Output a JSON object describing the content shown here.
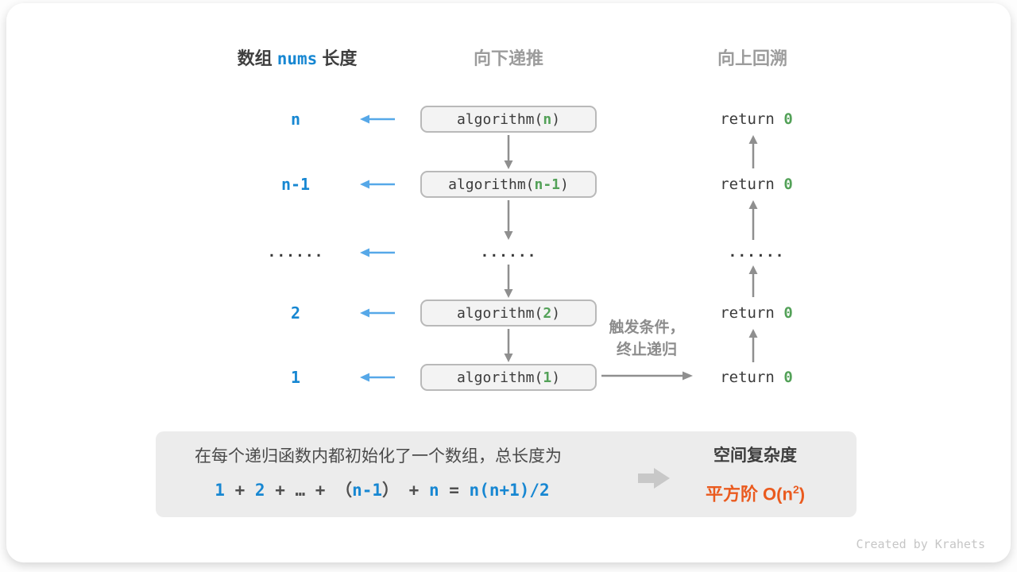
{
  "colors": {
    "accent_blue": "#1787d2",
    "arrow_blue": "#56a8e8",
    "green": "#53a158",
    "arrow_gray": "#8f8f8f",
    "header_gray": "#9c9c9c",
    "dark_text": "#3b3b3b",
    "orange": "#ea5a1e",
    "box_bg": "#f3f3f3",
    "box_border": "#b9b9b9",
    "summary_bg": "#ececec"
  },
  "headers": {
    "left_pre": "数组 ",
    "left_code": "nums",
    "left_post": " 长度",
    "down": "向下递推",
    "up": "向上回溯"
  },
  "rows": [
    {
      "label": "n",
      "call_pre": "algorithm(",
      "call_arg": "n",
      "call_post": ")",
      "ret_pre": "return ",
      "ret_val": "0"
    },
    {
      "label": "n-1",
      "call_pre": "algorithm(",
      "call_arg": "n-1",
      "call_post": ")",
      "ret_pre": "return ",
      "ret_val": "0"
    },
    {
      "label": "......",
      "mid_dots": "......",
      "ret_dots": "......"
    },
    {
      "label": "2",
      "call_pre": "algorithm(",
      "call_arg": "2",
      "call_post": ")",
      "ret_pre": "return ",
      "ret_val": "0"
    },
    {
      "label": "1",
      "call_pre": "algorithm(",
      "call_arg": "1",
      "call_post": ")",
      "ret_pre": "return ",
      "ret_val": "0"
    }
  ],
  "trigger": {
    "line1": "触发条件，",
    "line2": "终止递归"
  },
  "summary": {
    "line1": "在每个递归函数内都初始化了一个数组，总长度为",
    "formula": [
      {
        "t": "1"
      },
      {
        "t": " + "
      },
      {
        "t": "2"
      },
      {
        "t": " + "
      },
      {
        "t": "…"
      },
      {
        "t": " + "
      },
      {
        "t": "（"
      },
      {
        "t": "n-1"
      },
      {
        "t": "）"
      },
      {
        "t": " + "
      },
      {
        "t": "n"
      },
      {
        "t": " = "
      },
      {
        "t": "n(n+1)/2"
      }
    ],
    "result_title": "空间复杂度",
    "result_pre": "平方阶 O(n",
    "result_sup": "2",
    "result_post": ")"
  },
  "watermark": "Created by Krahets"
}
